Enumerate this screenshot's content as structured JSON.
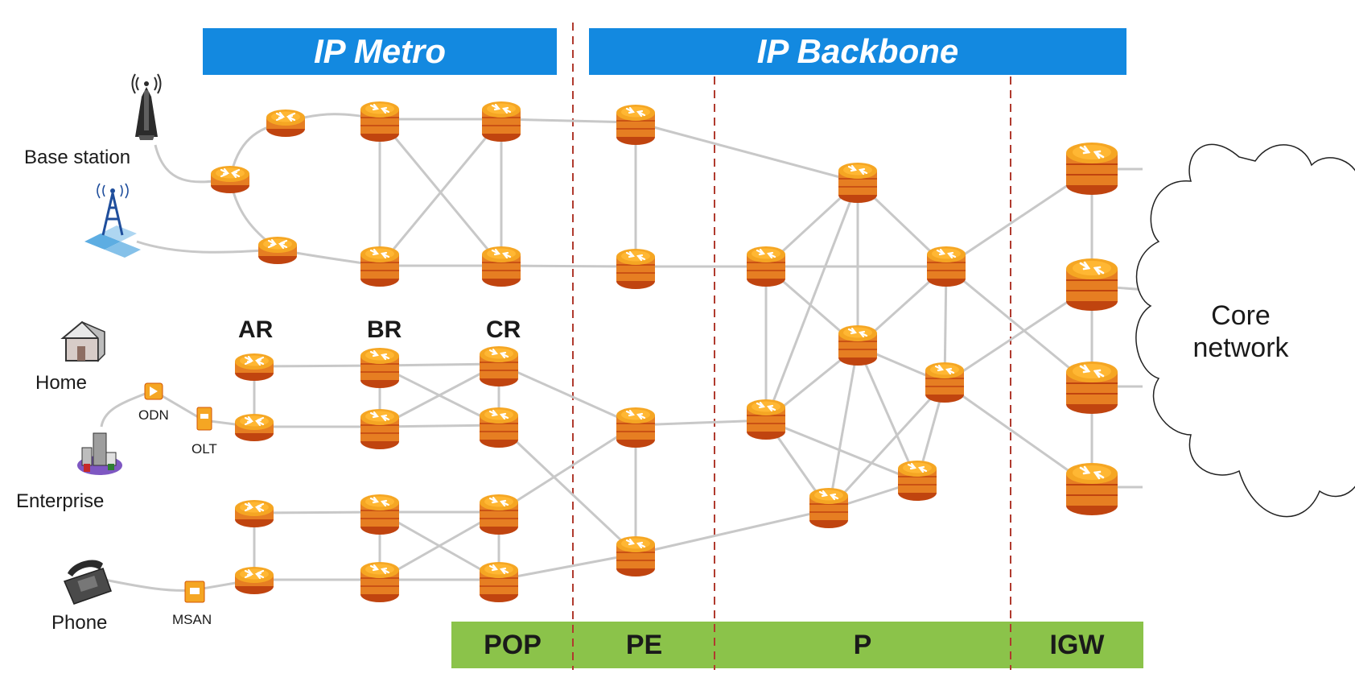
{
  "header": {
    "metro": "IP Metro",
    "backbone": "IP Backbone",
    "color": "#1389e0"
  },
  "footer": {
    "pop": "POP",
    "pe": "PE",
    "p": "P",
    "igw": "IGW",
    "color": "#8bc34a"
  },
  "layers": {
    "ar": "AR",
    "br": "BR",
    "cr": "CR"
  },
  "endpoints": {
    "base_station": "Base station",
    "home": "Home",
    "odn": "ODN",
    "olt": "OLT",
    "enterprise": "Enterprise",
    "phone": "Phone",
    "msan": "MSAN"
  },
  "core": {
    "line1": "Core",
    "line2": "network"
  },
  "colors": {
    "router": "#f39c12",
    "router_dark": "#d35400",
    "link": "#c8c8c8",
    "separator": "#b03a2e"
  }
}
